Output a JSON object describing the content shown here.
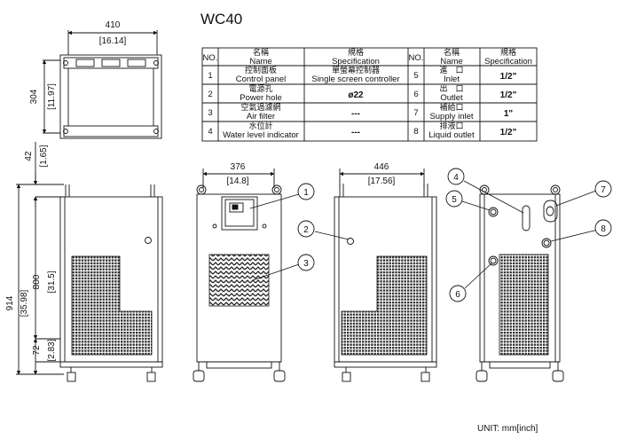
{
  "title": "WC40",
  "unit_label": "UNIT: mm[inch]",
  "dimensions": {
    "top_width_mm": "410",
    "top_width_in": "[16.14]",
    "top_depth_mm": "304",
    "top_depth_in": "[11.97]",
    "front_width_mm": "376",
    "front_width_in": "[14.8]",
    "side_width_mm": "446",
    "side_width_in": "[17.56]",
    "handle_height_mm": "42",
    "handle_height_in": "[1.65]",
    "total_height_mm": "914",
    "total_height_in": "[35.98]",
    "body_height_mm": "800",
    "body_height_in": "[31.5]",
    "base_height_mm": "72",
    "base_height_in": "[2.83]"
  },
  "table": {
    "headers": {
      "no": "NO.",
      "name_cjk": "名稱",
      "name_en": "Name",
      "spec_cjk": "規格",
      "spec_en": "Specification"
    },
    "rows": [
      {
        "l_no": "1",
        "l_cjk": "控制面板",
        "l_en": "Control panel",
        "l_spec_cjk": "單螢幕控制器",
        "l_spec": "Single screen controller",
        "r_no": "5",
        "r_cjk": "進　口",
        "r_en": "Inlet",
        "r_spec": "1/2\""
      },
      {
        "l_no": "2",
        "l_cjk": "電源孔",
        "l_en": "Power hole",
        "l_spec_cjk": "",
        "l_spec": "ø22",
        "r_no": "6",
        "r_cjk": "出　口",
        "r_en": "Outlet",
        "r_spec": "1/2\""
      },
      {
        "l_no": "3",
        "l_cjk": "空氣過濾網",
        "l_en": "Air filter",
        "l_spec_cjk": "",
        "l_spec": "---",
        "r_no": "7",
        "r_cjk": "補給口",
        "r_en": "Supply inlet",
        "r_spec": "1\""
      },
      {
        "l_no": "4",
        "l_cjk": "水位計",
        "l_en": "Water level indicator",
        "l_spec_cjk": "",
        "l_spec": "---",
        "r_no": "8",
        "r_cjk": "排液口",
        "r_en": "Liquid outlet",
        "r_spec": "1/2\""
      }
    ]
  },
  "callouts": {
    "c1": "1",
    "c2": "2",
    "c3": "3",
    "c4": "4",
    "c5": "5",
    "c6": "6",
    "c7": "7",
    "c8": "8"
  }
}
